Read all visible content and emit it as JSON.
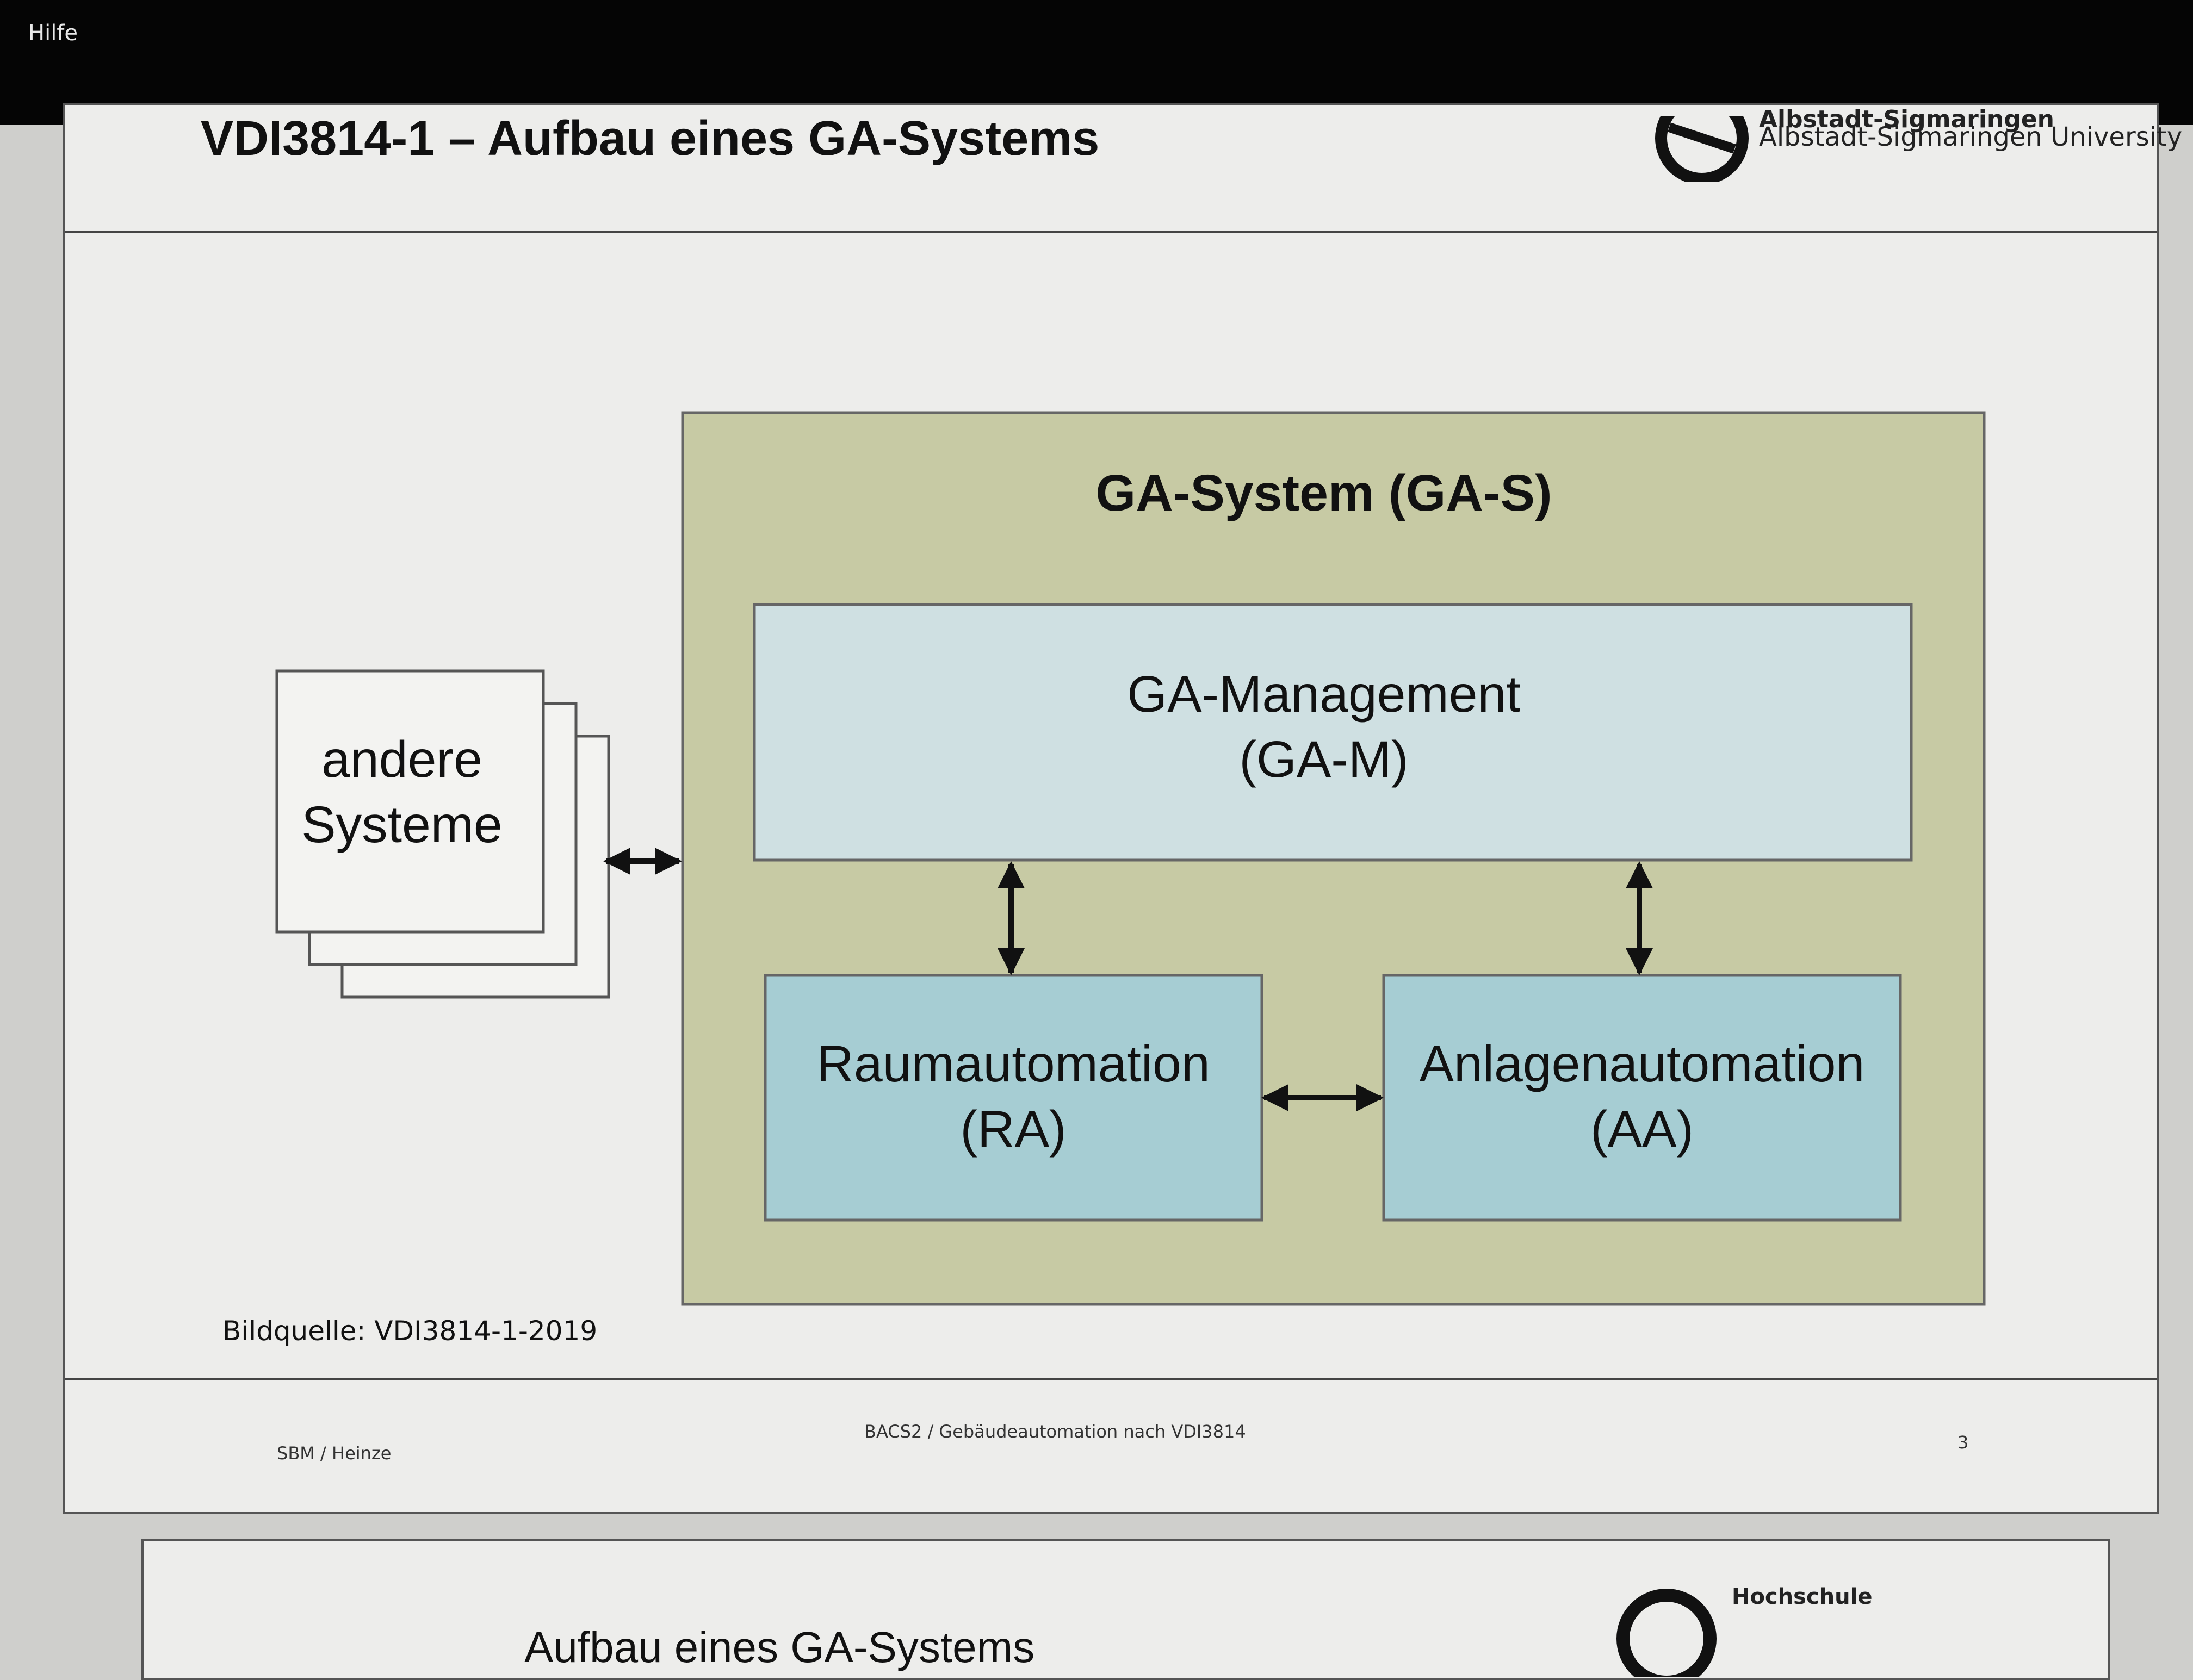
{
  "menu": {
    "help_label": "Hilfe"
  },
  "slide": {
    "title_partial": "VDI3814-1 – Aufbau eines GA-Systems",
    "university_line1": "Albstadt-Sigmaringen",
    "university_line2": "Albstadt-Sigmaringen University",
    "caption": "Bildquelle: VDI3814-1-2019",
    "footer_author": "SBM / Heinze",
    "footer_course": "BACS2 / Gebäudeautomation nach VDI3814",
    "footer_page": "3"
  },
  "diagram": {
    "outer_title": "GA-System (GA-S)",
    "management_line1": "GA-Management",
    "management_line2": "(GA-M)",
    "room_line1": "Raumautomation",
    "room_line2": "(RA)",
    "plant_line1": "Anlagenautomation",
    "plant_line2": "(AA)",
    "other_line1": "andere",
    "other_line2": "Systeme",
    "colors": {
      "outer_fill": "#c7caa4",
      "management_fill": "#cfe0e2",
      "automation_fill": "#a6cdd3",
      "stack_fill": "#f3f3f1"
    }
  },
  "next_slide": {
    "title_partial": "Aufbau eines GA-Systems",
    "university_line1": "Hochschule"
  }
}
